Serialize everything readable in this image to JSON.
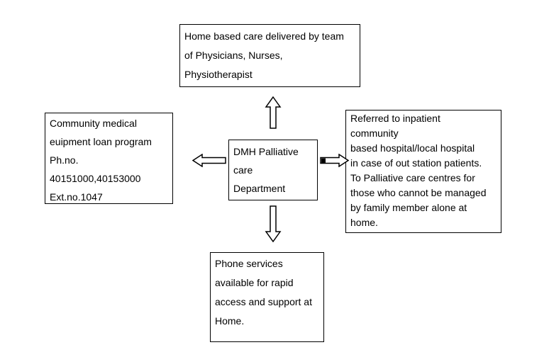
{
  "diagram": {
    "title": "DMH Palliative care department flowchart",
    "colors": {
      "background": "#ffffff",
      "border": "#000000",
      "text": "#000000",
      "arrow_fill": "#ffffff",
      "arrow_tail_marker": "#000000"
    },
    "boxes": {
      "center": {
        "id": "dmh-palliative-care-department",
        "lines": [
          "DMH Palliative",
          "care",
          "Department"
        ]
      },
      "top": {
        "id": "home-based-care",
        "lines": [
          "Home based care delivered by team",
          "of Physicians, Nurses,",
          "Physiotherapist"
        ]
      },
      "left": {
        "id": "equipment-loan-program",
        "lines": [
          "Community medical",
          "euipment loan program",
          "Ph.no.",
          "40151000,40153000",
          "Ext.no.1047"
        ]
      },
      "right": {
        "id": "referral",
        "lines": [
          "Referred to inpatient",
          "community",
          "based hospital/local hospital",
          "in case of out station patients.",
          "To Palliative care centres for",
          "those who cannot be managed",
          "by family member alone at",
          "home."
        ]
      },
      "bottom": {
        "id": "phone-services",
        "lines": [
          "Phone services",
          "available for rapid",
          "access and support at",
          "Home."
        ]
      }
    },
    "arrows": [
      {
        "name": "up-arrow",
        "direction": "up",
        "from": "center",
        "to": "top"
      },
      {
        "name": "left-arrow",
        "direction": "left",
        "from": "center",
        "to": "left"
      },
      {
        "name": "right-arrow",
        "direction": "right",
        "from": "center",
        "to": "right",
        "tail_marker": true
      },
      {
        "name": "down-arrow",
        "direction": "down",
        "from": "center",
        "to": "bottom"
      }
    ]
  }
}
